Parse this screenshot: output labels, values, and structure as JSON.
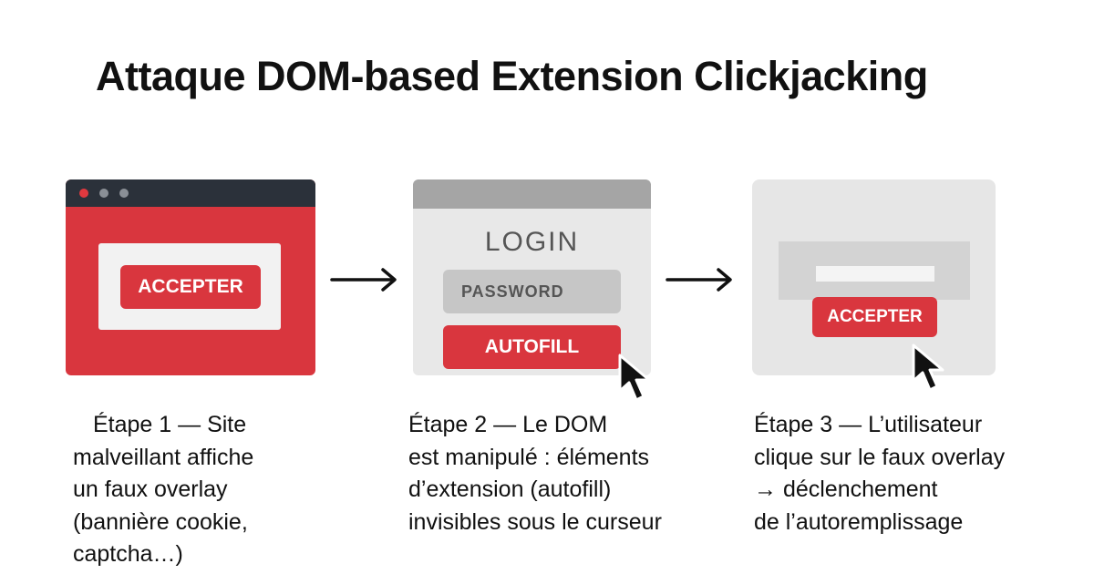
{
  "title": "Attaque DOM-based Extension Clickjacking",
  "colors": {
    "accent": "#d9363e",
    "dark_bar": "#2b313a",
    "text": "#111111"
  },
  "step1": {
    "button_label": "ACCEPTER",
    "caption": [
      "Étape 1 — Site",
      "malveillant affiche",
      "un faux overlay",
      "(bannière cookie,",
      "captcha…)"
    ]
  },
  "step2": {
    "heading": "LOGIN",
    "field_label": "PASSWORD",
    "button_label": "AUTOFILL",
    "caption": [
      "Étape 2 — Le DOM",
      "est manipulé : éléments",
      "d’extension (autofill)",
      "invisibles sous le curseur"
    ]
  },
  "step3": {
    "button_label": "ACCEPTER",
    "caption": [
      "Étape 3 — L’utilisateur",
      "clique sur le faux overlay",
      "→ déclenchement",
      "de l’autoremplissage"
    ]
  },
  "icons": [
    "arrow-right-icon",
    "cursor-icon",
    "window-dot-icon"
  ]
}
